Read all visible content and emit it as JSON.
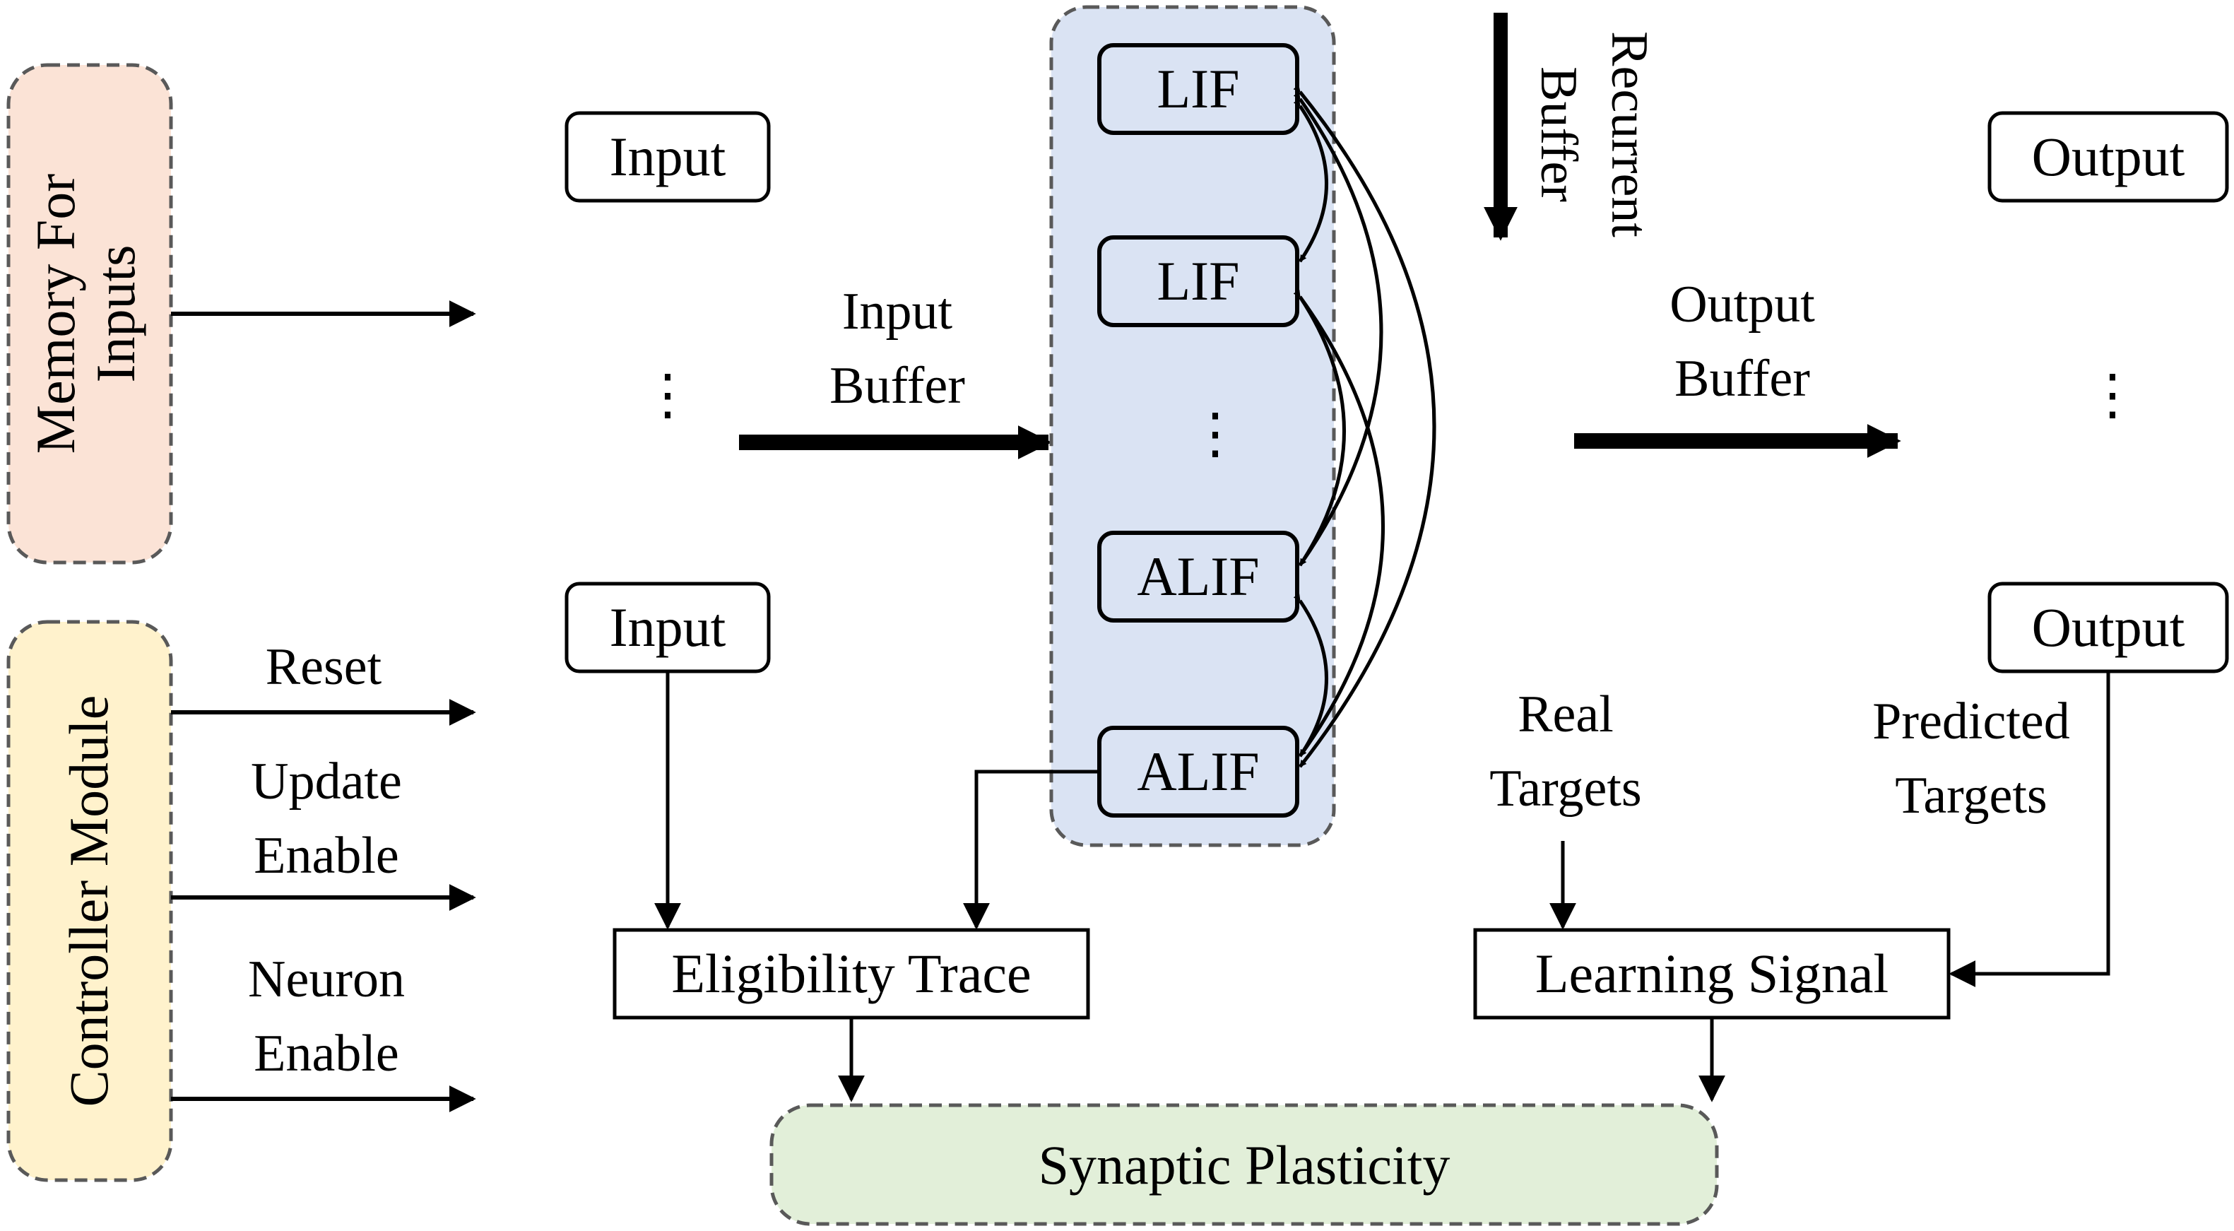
{
  "modules": {
    "memory": "Memory For Inputs",
    "memory_lines": [
      "Memory For",
      "Inputs"
    ],
    "controller": "Controller Module",
    "plasticity": "Synaptic Plasticity"
  },
  "inputs": {
    "top": "Input",
    "bottom": "Input"
  },
  "outputs": {
    "top": "Output",
    "bottom": "Output"
  },
  "neurons": [
    "LIF",
    "LIF",
    "ALIF",
    "ALIF"
  ],
  "buffers": {
    "input": [
      "Input",
      "Buffer"
    ],
    "output": [
      "Output",
      "Buffer"
    ],
    "recurrent": [
      "Recurrent",
      "Buffer"
    ]
  },
  "control_signals": {
    "reset": "Reset",
    "update": [
      "Update",
      "Enable"
    ],
    "neuron": [
      "Neuron",
      "Enable"
    ]
  },
  "targets": {
    "real": [
      "Real",
      "Targets"
    ],
    "predicted": [
      "Predicted",
      "Targets"
    ]
  },
  "blocks": {
    "eligibility": "Eligibility Trace",
    "learning": "Learning Signal"
  },
  "ellipsis": "⋮",
  "colors": {
    "memory_fill": "#fbe3d6",
    "controller_fill": "#fff2cc",
    "neuron_fill": "#dae3f3",
    "plasticity_fill": "#e2efd9",
    "dash_stroke": "#595959"
  }
}
